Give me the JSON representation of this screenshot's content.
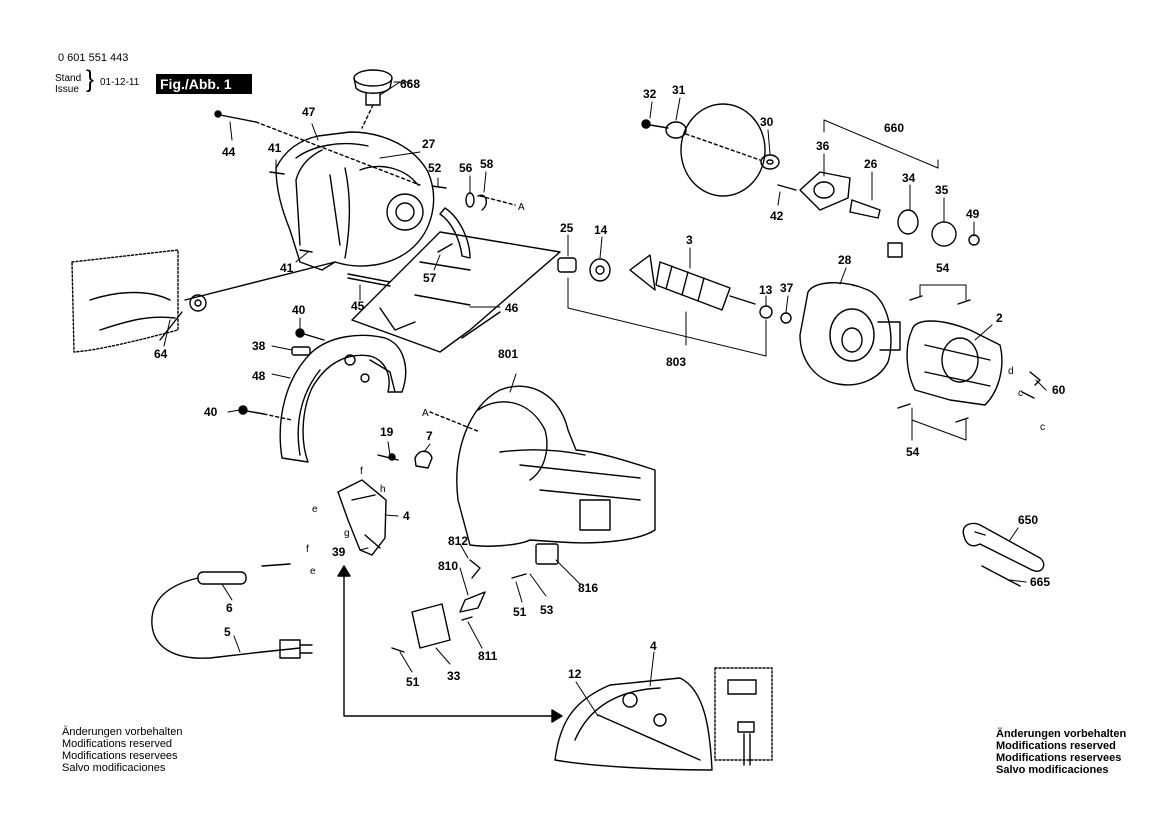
{
  "header": {
    "doc_number": "0 601 551 443",
    "stand": "Stand",
    "issue": "Issue",
    "brace": "}",
    "date": "01-12-11",
    "figure_label": "Fig./Abb. 1"
  },
  "notes_left": [
    "Änderungen vorbehalten",
    "Modifications reserved",
    "Modifications reservees",
    "Salvo modificaciones"
  ],
  "notes_right": [
    "Änderungen vorbehalten",
    "Modifications reserved",
    "Modifications reservees",
    "Salvo modificaciones"
  ],
  "callouts": [
    "668",
    "47",
    "44",
    "41",
    "27",
    "52",
    "56",
    "58",
    "41",
    "45",
    "46",
    "57",
    "64",
    "40",
    "38",
    "48",
    "40",
    "19",
    "7",
    "4",
    "39",
    "801",
    "812",
    "810",
    "51",
    "53",
    "816",
    "811",
    "33",
    "51",
    "6",
    "5",
    "12",
    "4",
    "32",
    "31",
    "30",
    "660",
    "36",
    "26",
    "34",
    "35",
    "42",
    "49",
    "25",
    "14",
    "3",
    "13",
    "37",
    "28",
    "54",
    "2",
    "60",
    "54",
    "803",
    "650",
    "665"
  ],
  "letters": [
    "A",
    "A",
    "f",
    "h",
    "e",
    "g",
    "f",
    "e",
    "d",
    "c",
    "c"
  ],
  "colors": {
    "ink": "#000000",
    "background": "#ffffff",
    "label_bg": "#000000",
    "label_text": "#ffffff"
  }
}
